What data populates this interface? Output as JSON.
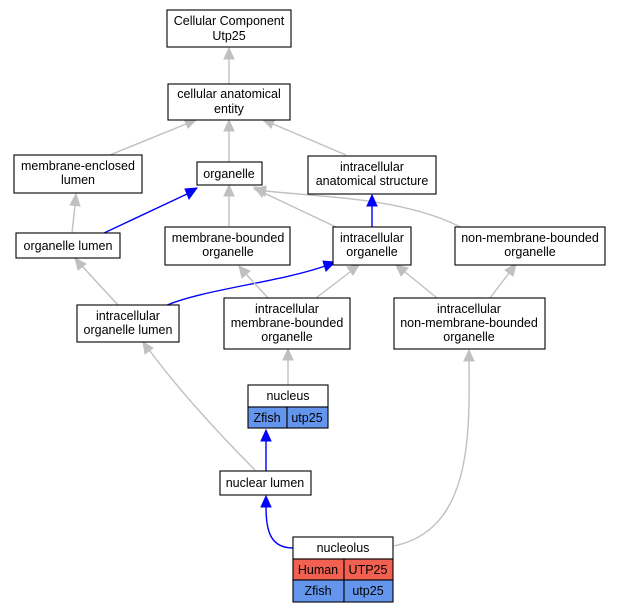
{
  "colors": {
    "human": "#f26052",
    "zfish": "#6495ed",
    "edge_default": "#c0c0c0",
    "edge_highlight": "#0000ff"
  },
  "nodes": {
    "cellular_component": [
      "Cellular Component",
      "Utp25"
    ],
    "cellular_anatomical_entity": [
      "cellular anatomical",
      "entity"
    ],
    "membrane_enclosed_lumen": [
      "membrane-enclosed",
      "lumen"
    ],
    "organelle": [
      "organelle"
    ],
    "intracellular_anatomical_structure": [
      "intracellular",
      "anatomical structure"
    ],
    "organelle_lumen": [
      "organelle lumen"
    ],
    "membrane_bounded_organelle": [
      "membrane-bounded",
      "organelle"
    ],
    "intracellular_organelle": [
      "intracellular",
      "organelle"
    ],
    "non_membrane_bounded_organelle": [
      "non-membrane-bounded",
      "organelle"
    ],
    "intracellular_organelle_lumen": [
      "intracellular",
      "organelle lumen"
    ],
    "intracellular_membrane_bounded_organelle": [
      "intracellular",
      "membrane-bounded",
      "organelle"
    ],
    "intracellular_non_membrane_bounded_organelle": [
      "intracellular",
      "non-membrane-bounded",
      "organelle"
    ],
    "nucleus": {
      "label": "nucleus",
      "annotations": [
        {
          "species": "Zfish",
          "gene": "utp25",
          "color": "zfish"
        }
      ]
    },
    "nuclear_lumen": [
      "nuclear lumen"
    ],
    "nucleolus": {
      "label": "nucleolus",
      "annotations": [
        {
          "species": "Human",
          "gene": "UTP25",
          "color": "human"
        },
        {
          "species": "Zfish",
          "gene": "utp25",
          "color": "zfish"
        }
      ]
    }
  }
}
